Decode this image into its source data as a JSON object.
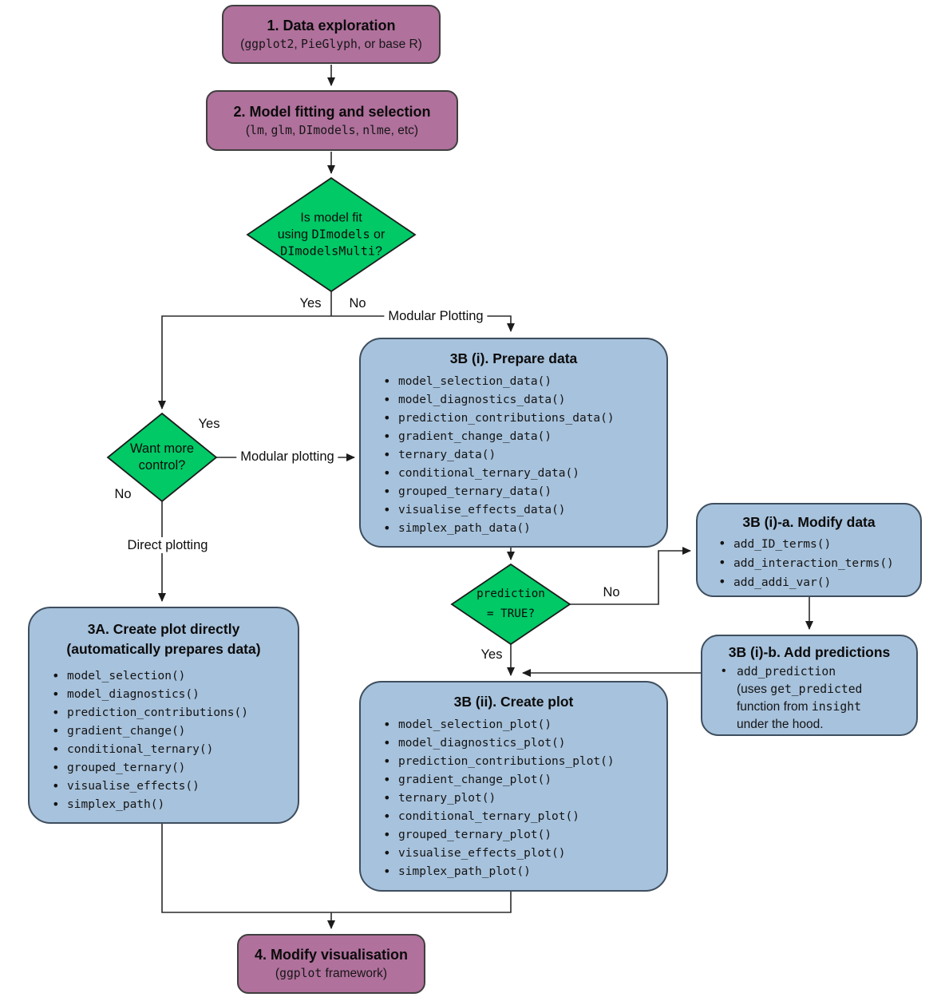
{
  "colors": {
    "purple": "#b0719c",
    "green": "#00c966",
    "blue": "#a7c2dc",
    "line": "#2b2b2b"
  },
  "nodes": {
    "step1": {
      "title": "1. Data exploration",
      "subtitle": [
        {
          "t": "(",
          "c": false
        },
        {
          "t": "ggplot2",
          "c": true
        },
        {
          "t": ", ",
          "c": false
        },
        {
          "t": "PieGlyph",
          "c": true
        },
        {
          "t": ", or base R)",
          "c": false
        }
      ]
    },
    "step2": {
      "title": "2. Model fitting and selection",
      "subtitle": [
        {
          "t": "(",
          "c": false
        },
        {
          "t": "lm",
          "c": true
        },
        {
          "t": ", ",
          "c": false
        },
        {
          "t": "glm",
          "c": true
        },
        {
          "t": ", ",
          "c": false
        },
        {
          "t": "DImodels",
          "c": true
        },
        {
          "t": ", ",
          "c": false
        },
        {
          "t": "nlme",
          "c": true
        },
        {
          "t": ", etc)",
          "c": false
        }
      ]
    },
    "decision_model": {
      "text": [
        {
          "t": "Is model fit\nusing ",
          "c": false
        },
        {
          "t": "DImodels",
          "c": true
        },
        {
          "t": " or\n",
          "c": false
        },
        {
          "t": "DImodelsMulti",
          "c": true
        },
        {
          "t": "?",
          "c": false
        }
      ]
    },
    "decision_control": {
      "text": [
        {
          "t": "Want more\ncontrol?",
          "c": false
        }
      ]
    },
    "decision_prediction": {
      "text": [
        {
          "t": "prediction\n= TRUE?",
          "c": true
        }
      ]
    },
    "step3a": {
      "title_line1": "3A. Create plot directly",
      "title_line2": "(automatically prepares data)",
      "items": [
        "model_selection()",
        "model_diagnostics()",
        "prediction_contributions()",
        "gradient_change()",
        "conditional_ternary()",
        "grouped_ternary()",
        "visualise_effects()",
        "simplex_path()"
      ]
    },
    "step3b1": {
      "title": "3B (i). Prepare data",
      "items": [
        "model_selection_data()",
        "model_diagnostics_data()",
        "prediction_contributions_data()",
        "gradient_change_data()",
        "ternary_data()",
        "conditional_ternary_data()",
        "grouped_ternary_data()",
        "visualise_effects_data()",
        "simplex_path_data()"
      ]
    },
    "step3b1a": {
      "title": "3B (i)-a. Modify data",
      "items": [
        "add_ID_terms()",
        "add_interaction_terms()",
        "add_addi_var()"
      ]
    },
    "step3b1b": {
      "title": "3B (i)-b. Add predictions",
      "item": [
        {
          "t": "add_prediction",
          "c": true
        },
        {
          "t": "\n(uses ",
          "c": false
        },
        {
          "t": "get_predicted",
          "c": true
        },
        {
          "t": "\nfunction from ",
          "c": false
        },
        {
          "t": "insight",
          "c": true
        },
        {
          "t": "\nunder the hood.",
          "c": false
        }
      ]
    },
    "step3b2": {
      "title": "3B (ii). Create plot",
      "items": [
        "model_selection_plot()",
        "model_diagnostics_plot()",
        "prediction_contributions_plot()",
        "gradient_change_plot()",
        "ternary_plot()",
        "conditional_ternary_plot()",
        "grouped_ternary_plot()",
        "visualise_effects_plot()",
        "simplex_path_plot()"
      ]
    },
    "step4": {
      "title": "4. Modify visualisation",
      "subtitle": [
        {
          "t": "(",
          "c": false
        },
        {
          "t": "ggplot",
          "c": true
        },
        {
          "t": " framework)",
          "c": false
        }
      ]
    }
  },
  "edge_labels": {
    "yes_top": "Yes",
    "no_top": "No",
    "modular_plotting_top": "Modular Plotting",
    "yes_control": "Yes",
    "modular_plotting_mid": "Modular plotting",
    "no_control": "No",
    "direct_plotting": "Direct plotting",
    "no_prediction": "No",
    "yes_prediction": "Yes"
  }
}
